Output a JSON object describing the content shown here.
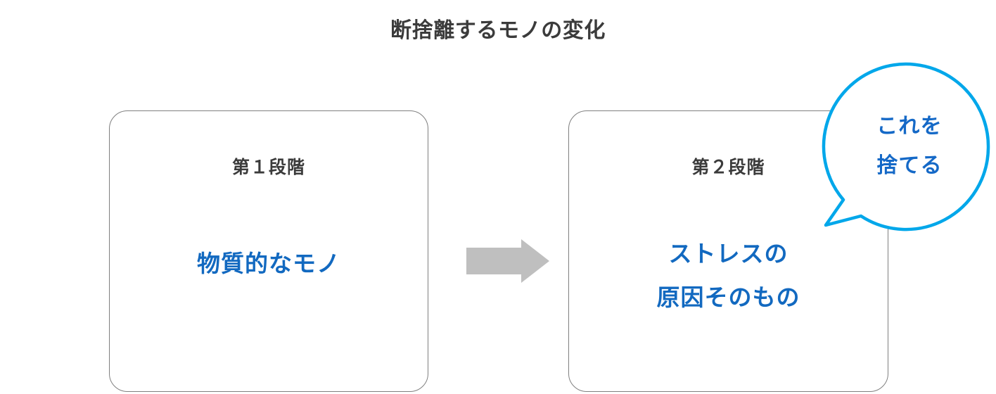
{
  "page": {
    "title": "断捨離するモノの変化",
    "background": "#ffffff"
  },
  "colors": {
    "title_text": "#3b3b3b",
    "box_border": "#7f7f7f",
    "accent_blue": "#1269c0",
    "bubble_outline": "#00a7ea",
    "bubble_text": "#1569c7",
    "arrow_fill": "#bfbfbf"
  },
  "stages": [
    {
      "id": "stage-1",
      "heading": "第１段階",
      "body_lines": [
        "物質的なモノ"
      ]
    },
    {
      "id": "stage-2",
      "heading": "第２段階",
      "body_lines": [
        "ストレスの",
        "原因そのもの"
      ]
    }
  ],
  "connector": {
    "icon": "right-arrow-icon"
  },
  "callout": {
    "icon": "speech-bubble-icon",
    "lines": [
      "これを",
      "捨てる"
    ]
  }
}
